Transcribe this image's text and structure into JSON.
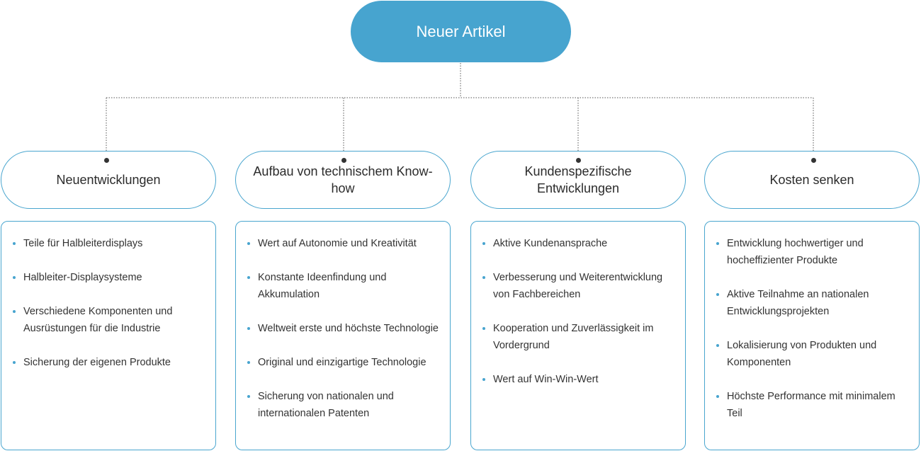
{
  "root": {
    "label": "Neuer Artikel"
  },
  "categories": [
    {
      "title": "Neuentwicklungen",
      "items": [
        "Teile für Halbleiterdisplays",
        "Halbleiter-Displaysysteme",
        "Verschiedene Komponenten und Ausrüstungen für die Industrie",
        "Sicherung der eigenen Produkte"
      ]
    },
    {
      "title": "Aufbau von technischem Know-how",
      "items": [
        "Wert auf Autonomie und Kreativität",
        "Konstante Ideenfindung und Akkumulation",
        "Weltweit erste und höchste Technologie",
        "Original und einzigartige Technologie",
        "Sicherung von nationalen und internationalen Patenten"
      ]
    },
    {
      "title": "Kundenspezifische Entwicklungen",
      "items": [
        "Aktive Kundenansprache",
        "Verbesserung und Weiterentwicklung von Fachbereichen",
        "Kooperation und Zuverlässigkeit im Vordergrund",
        "Wert auf Win-Win-Wert"
      ]
    },
    {
      "title": "Kosten senken",
      "items": [
        "Entwicklung hochwertiger und hocheffizienter Produkte",
        "Aktive Teilnahme an nationalen Entwicklungsprojekten",
        "Lokalisierung von Produkten und Komponenten",
        "Höchste Performance mit minimalem Teil"
      ]
    }
  ],
  "colors": {
    "accent": "#47a4cf",
    "border": "#4aa6cf",
    "text": "#2b2b2b",
    "connector": "#555555"
  }
}
